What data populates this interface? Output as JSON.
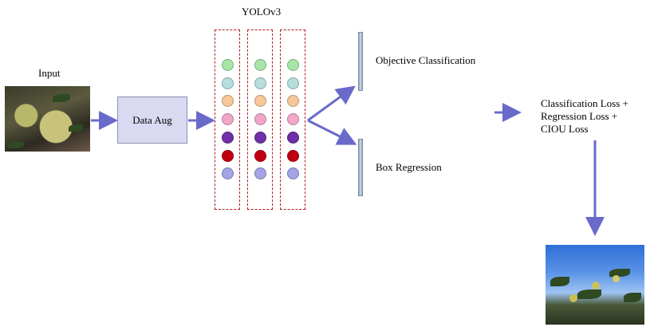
{
  "labels": {
    "input": "Input",
    "data_aug": "Data Aug",
    "yolo": "YOLOv3",
    "objective": "Objective Classification",
    "box_regression": "Box Regression",
    "loss_line1": "Classification Loss +",
    "loss_line2": "Regression Loss +",
    "loss_line3": "CIOU Loss"
  },
  "colors": {
    "arrow": "#6a6acb",
    "node_colors": [
      "#a8e6a8",
      "#b7dede",
      "#f7c79a",
      "#f2a6c8",
      "#6f2fa6",
      "#c00010",
      "#a3a3e6"
    ]
  }
}
